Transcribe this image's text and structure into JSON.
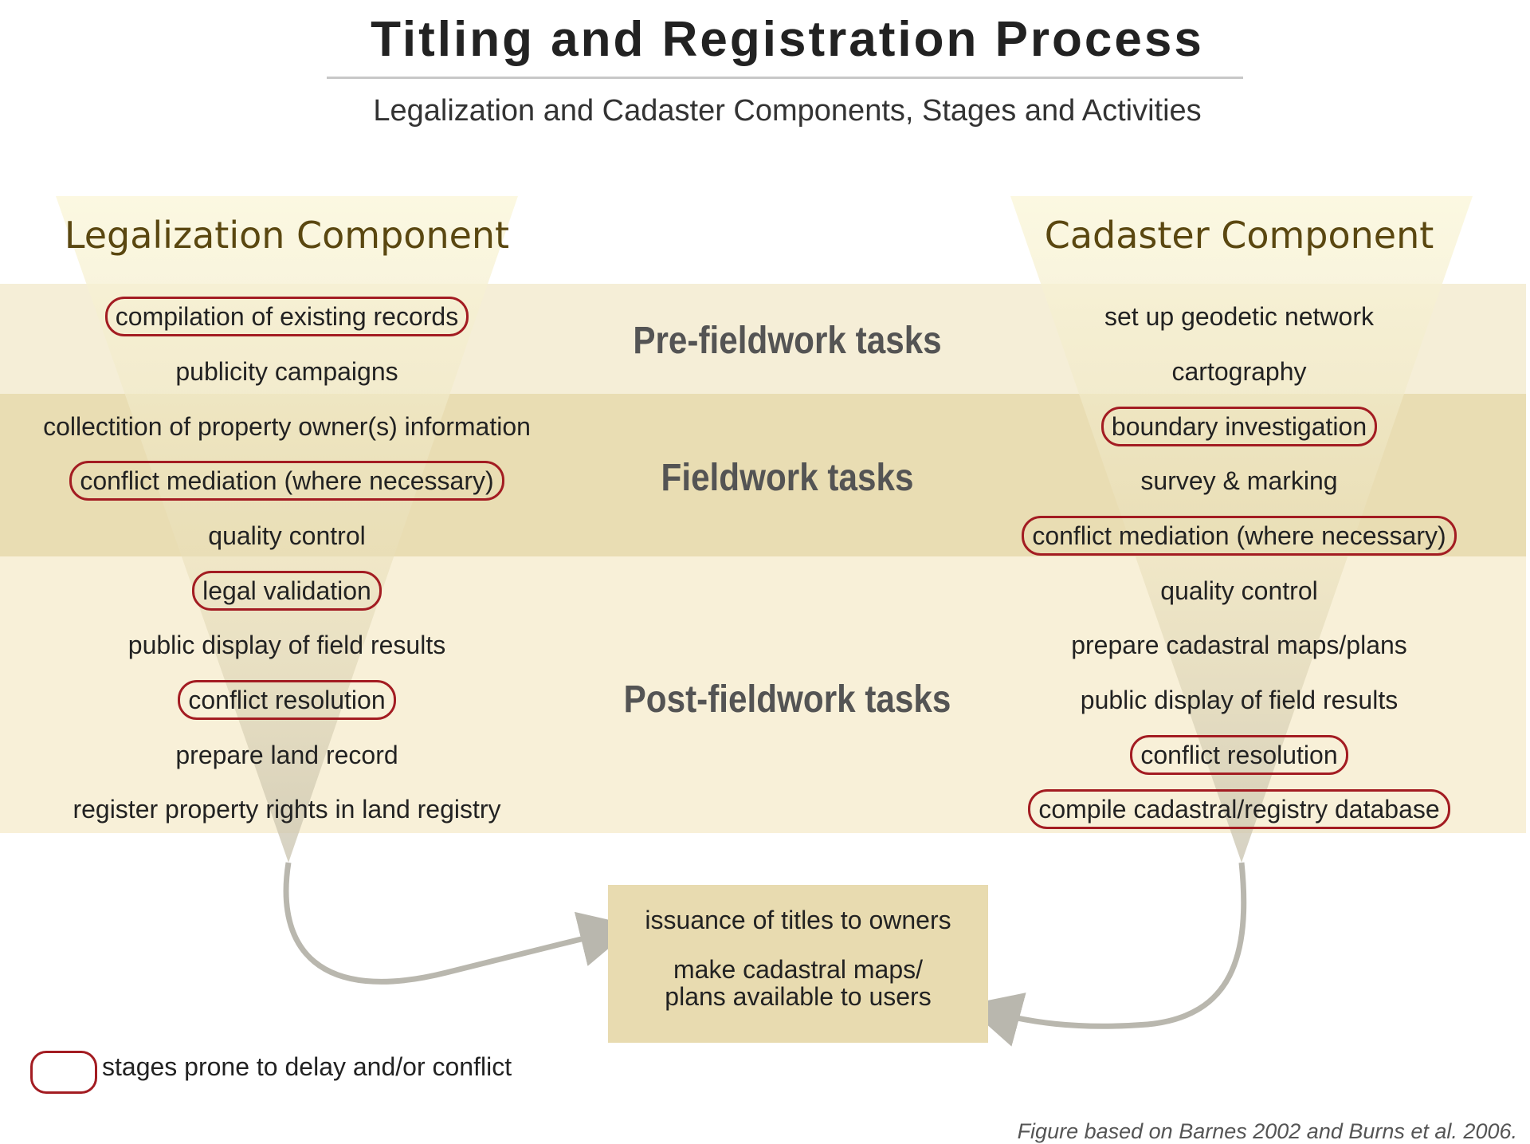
{
  "title": "Titling and Registration Process",
  "subtitle": "Legalization and Cadaster Components, Stages and Activities",
  "components": {
    "legalization": "Legalization Component",
    "cadaster": "Cadaster Component"
  },
  "stages": {
    "pre": "Pre-fieldwork tasks",
    "field": "Fieldwork tasks",
    "post": "Post-fieldwork tasks"
  },
  "legalization_items": [
    {
      "text": "compilation of existing records",
      "flagged": true
    },
    {
      "text": "publicity campaigns",
      "flagged": false
    },
    {
      "text": "collectition of property owner(s) information",
      "flagged": false
    },
    {
      "text": "conflict mediation (where necessary)",
      "flagged": true
    },
    {
      "text": "quality control",
      "flagged": false
    },
    {
      "text": "legal validation",
      "flagged": true
    },
    {
      "text": "public display of field results",
      "flagged": false
    },
    {
      "text": "conflict resolution",
      "flagged": true
    },
    {
      "text": "prepare land record",
      "flagged": false
    },
    {
      "text": "register property rights in land registry",
      "flagged": false
    }
  ],
  "cadaster_items": [
    {
      "text": "set up geodetic network",
      "flagged": false
    },
    {
      "text": "cartography",
      "flagged": false
    },
    {
      "text": "boundary investigation",
      "flagged": true
    },
    {
      "text": "survey & marking",
      "flagged": false
    },
    {
      "text": "conflict mediation (where necessary)",
      "flagged": true
    },
    {
      "text": "quality control",
      "flagged": false
    },
    {
      "text": "prepare cadastral maps/plans",
      "flagged": false
    },
    {
      "text": "public display of field results",
      "flagged": false
    },
    {
      "text": "conflict resolution",
      "flagged": true
    },
    {
      "text": "compile cadastral/registry database",
      "flagged": true
    }
  ],
  "outcome": {
    "line1": "issuance of titles to owners",
    "line2": "make cadastral maps/",
    "line3": "plans available to users"
  },
  "legend": "stages prone to delay and/or conflict",
  "credit": "Figure based on Barnes 2002 and Burns et al. 2006.",
  "colors": {
    "flag": "#a31c22",
    "component_title": "#5a4710",
    "band_pre": "#f5eed7",
    "band_field": "#e9ddb3",
    "band_post": "#f8f0d8",
    "outcome_box": "#e8dbb0"
  }
}
